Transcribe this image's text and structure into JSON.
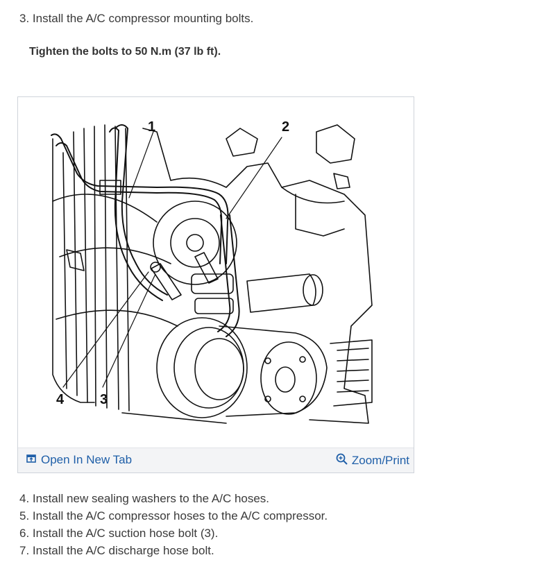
{
  "steps_top": [
    {
      "text": "3. Install the A/C compressor mounting bolts."
    }
  ],
  "note": "Tighten the bolts to 50 N.m (37 lb ft).",
  "figure": {
    "callouts": [
      "1",
      "2",
      "3",
      "4"
    ],
    "open_tab_label": "Open In New Tab",
    "zoom_label": "Zoom/Print",
    "open_tab_icon": "open-new-tab-icon",
    "zoom_icon": "magnifier-zoom-icon",
    "link_color": "#1f5fa8"
  },
  "steps_bottom": [
    {
      "text": "4. Install new sealing washers to the A/C hoses."
    },
    {
      "text": "5. Install the A/C compressor hoses to the A/C compressor."
    },
    {
      "text": "6. Install the A/C suction hose bolt (3)."
    },
    {
      "text": "7. Install the A/C discharge hose bolt."
    }
  ]
}
